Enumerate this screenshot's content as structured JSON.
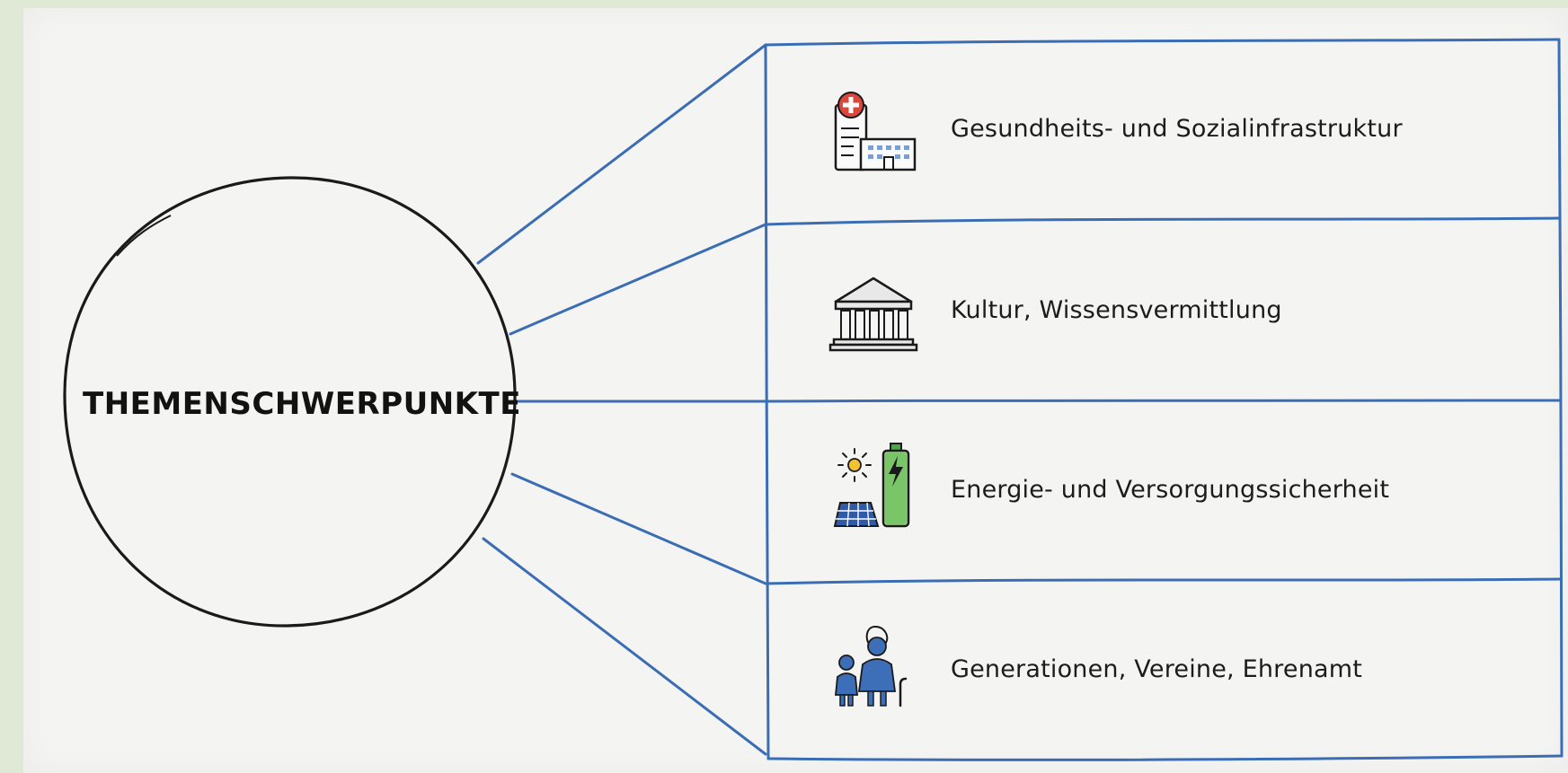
{
  "hub": {
    "label": "THEMENSCHWERPUNKTE"
  },
  "topics": [
    {
      "label": "Gesundheits- und Sozialinfrastruktur",
      "icon": "hospital-icon"
    },
    {
      "label": "Kultur, Wissensvermittlung",
      "icon": "museum-icon"
    },
    {
      "label": "Energie- und Versorgungssicherheit",
      "icon": "solar-battery-icon"
    },
    {
      "label": "Generationen, Vereine, Ehrenamt",
      "icon": "generations-icon"
    }
  ],
  "colors": {
    "background": "#dfe9d6",
    "board": "#f4f4f2",
    "line": "#3b6db5",
    "ink": "#1c1c1c",
    "accent_red": "#d9473d",
    "accent_green": "#4aa647",
    "accent_blue": "#3c6fb8"
  }
}
